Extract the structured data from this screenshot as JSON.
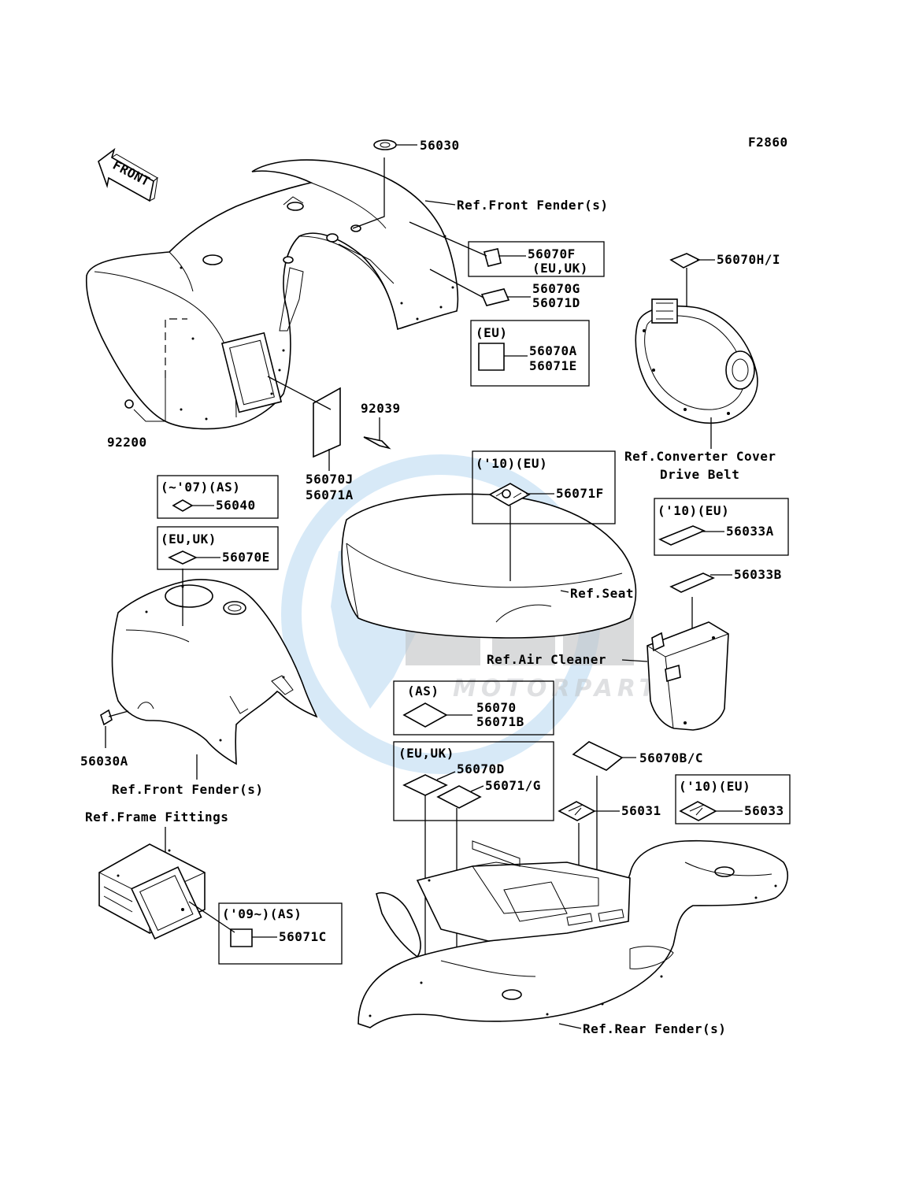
{
  "figure_code": "F2860",
  "front_label": "FRONT",
  "watermark": {
    "brand": "OEM",
    "sub": "MOTORPARTS",
    "color": "#2e8fd6",
    "gray": "#8a8f93"
  },
  "parts": {
    "p56030": "56030",
    "p56070F": "56070F",
    "p56070F_note": "(EU,UK)",
    "p56070G": "56070G",
    "p56071D": "56071D",
    "box_eu_note": "(EU)",
    "p56070A": "56070A",
    "p56071E": "56071E",
    "p56070HI": "56070H/I",
    "p92039": "92039",
    "p92200": "92200",
    "p56070J": "56070J",
    "p56071A": "56071A",
    "box_07_note": "(~'07)(AS)",
    "p56040": "56040",
    "box_euuk_note": "(EU,UK)",
    "p56070E": "56070E",
    "box_10eu_seat_note": "('10)(EU)",
    "p56071F": "56071F",
    "box_10eu_air_note": "('10)(EU)",
    "p56033A": "56033A",
    "p56033B": "56033B",
    "p56030A": "56030A",
    "box_as_note": "(AS)",
    "p56070": "56070",
    "p56071B": "56071B",
    "box_euuk2_note": "(EU,UK)",
    "p56070D": "56070D",
    "p56071G": "56071/G",
    "p56070BC": "56070B/C",
    "p56031": "56031",
    "box_10eu_rear_note": "('10)(EU)",
    "p56033": "56033",
    "box_09_note": "('09~)(AS)",
    "p56071C": "56071C"
  },
  "refs": {
    "front_fender_top": "Ref.Front Fender(s)",
    "converter_cover": "Ref.Converter Cover",
    "drive_belt": "Drive Belt",
    "seat": "Ref.Seat",
    "air_cleaner": "Ref.Air Cleaner",
    "front_fender_bottom": "Ref.Front Fender(s)",
    "frame_fittings": "Ref.Frame Fittings",
    "rear_fender": "Ref.Rear Fender(s)"
  }
}
